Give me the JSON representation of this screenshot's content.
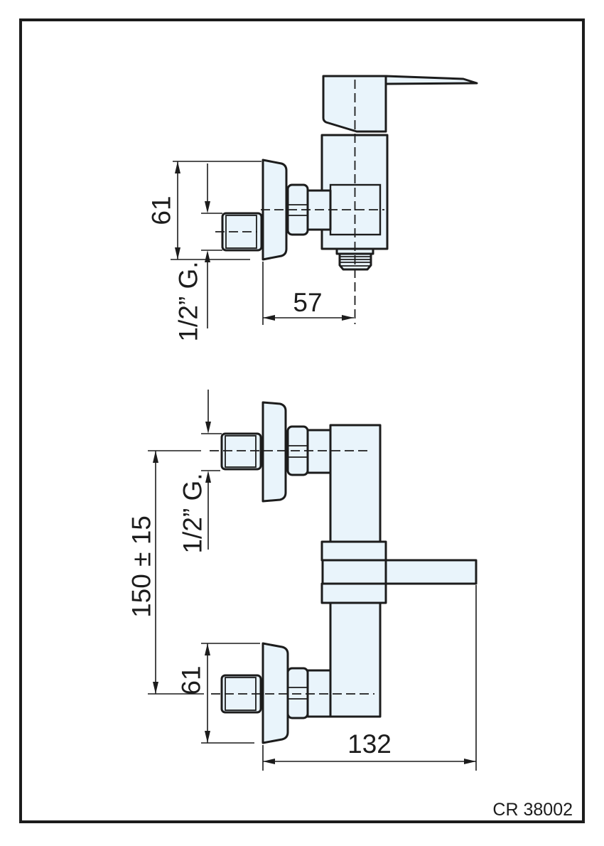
{
  "page": {
    "background_color": "#ffffff",
    "frame_color": "#1c1c1c"
  },
  "drawing": {
    "code": "CR 38002",
    "part_fill_color": "#e9f4fb",
    "line_color": "#1c1c1c",
    "views": [
      {
        "id": "top-view",
        "dimensions": {
          "flange_height": "61",
          "wall_thread": "1/2” G.",
          "outlet_center_distance": "57"
        }
      },
      {
        "id": "front-view",
        "dimensions": {
          "union_center_distance": "150 ± 15",
          "wall_thread": "1/2” G.",
          "flange_height": "61",
          "overall_depth": "132"
        }
      }
    ]
  }
}
